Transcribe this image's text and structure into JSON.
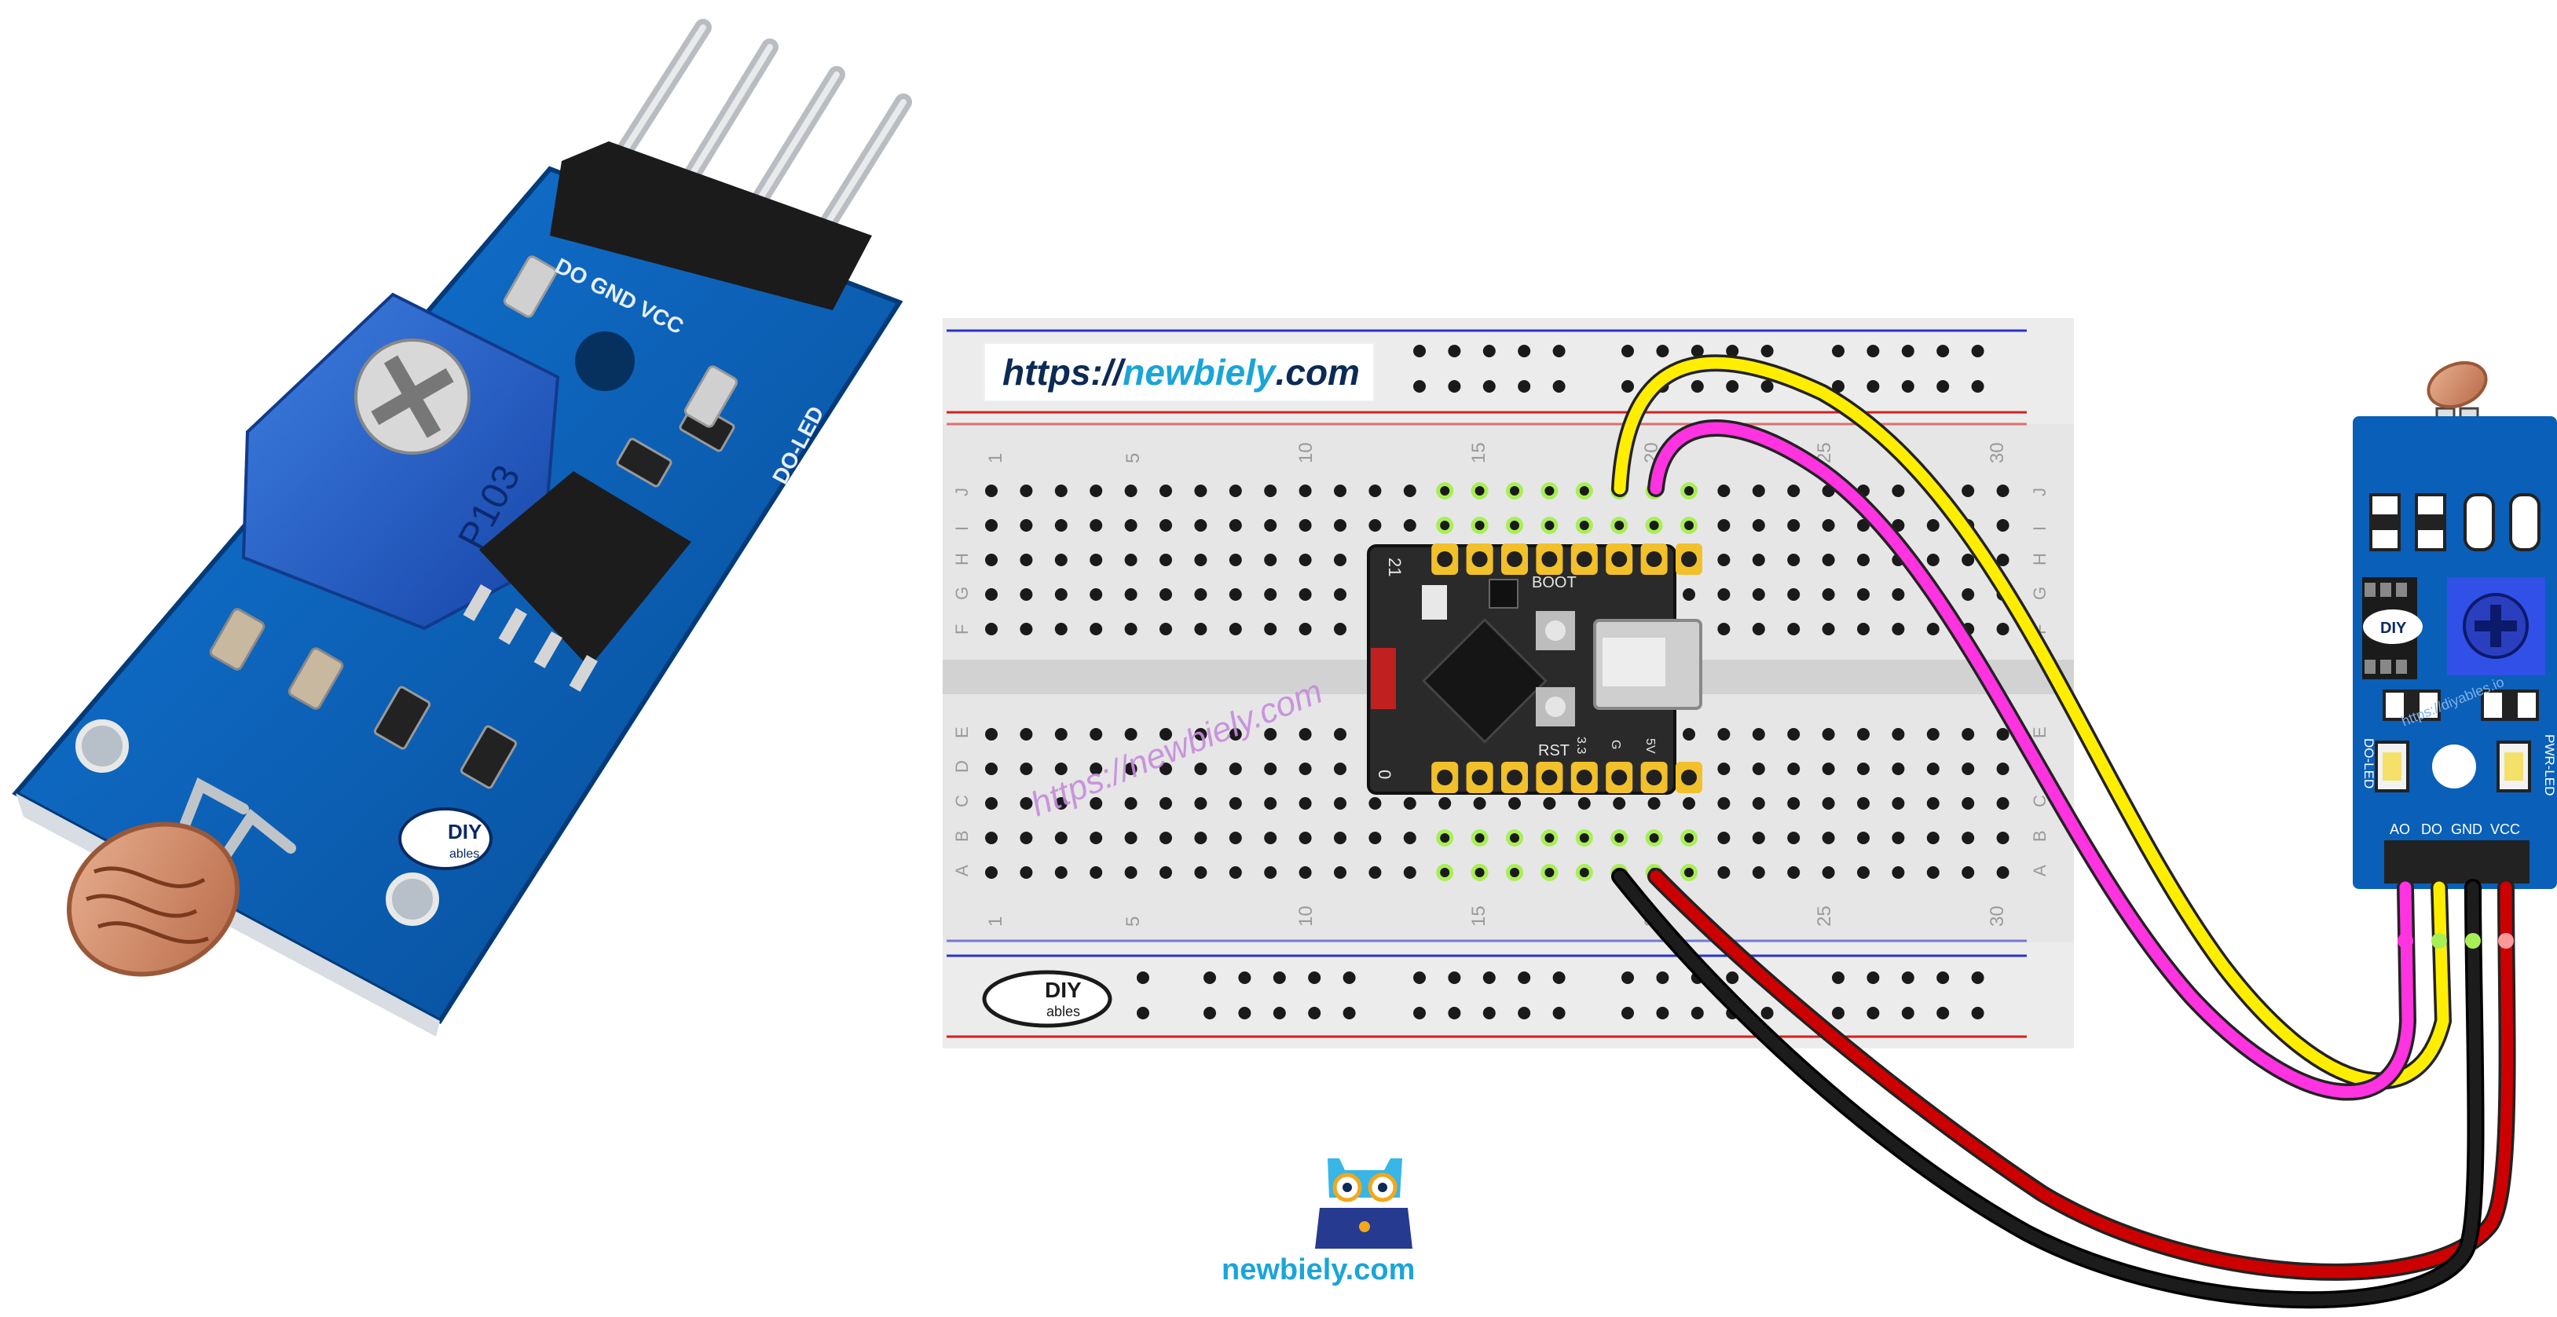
{
  "watermark_url": {
    "prefix": "https://",
    "accent": "newbiely",
    "suffix": ".com"
  },
  "diagonal_watermark": "https://newbiely.com",
  "brand_name": "newbiely.com",
  "breadboard": {
    "column_numbers": [
      "1",
      "5",
      "10",
      "15",
      "20",
      "25",
      "30"
    ],
    "row_letters_top": [
      "J",
      "I",
      "H",
      "G",
      "F"
    ],
    "row_letters_bottom": [
      "E",
      "D",
      "C",
      "B",
      "A"
    ],
    "logo_text": "DIY",
    "logo_sub": "ables"
  },
  "board": {
    "boot_label": "BOOT",
    "rst_label": "RST",
    "top_pin_label": "21",
    "bottom_pin_label": "0",
    "power_label_1": "3.3",
    "power_label_2": "G",
    "power_label_3": "5V"
  },
  "sensor_module": {
    "pins": [
      "AO",
      "DO",
      "GND",
      "VCC"
    ],
    "do_led_label": "DO-LED",
    "pwr_led_label": "PWR-LED",
    "side_url": "https://diyables.io",
    "logo_text": "DIY"
  },
  "photo_module": {
    "pin_labels": "DO GND VCC",
    "do_led_label": "DO-LED",
    "pot_code": "P103",
    "logo_text": "DIY",
    "logo_sub": "ables"
  },
  "colors": {
    "breadboard": "#e6e6e6",
    "pcb_blue": "#0a5fb8",
    "wire_yellow": "#ffee00",
    "wire_magenta": "#ff33e0",
    "wire_red": "#cc0000",
    "wire_black": "#111111",
    "pin_green": "#a8ee55",
    "brand": "#1aa5d8"
  }
}
